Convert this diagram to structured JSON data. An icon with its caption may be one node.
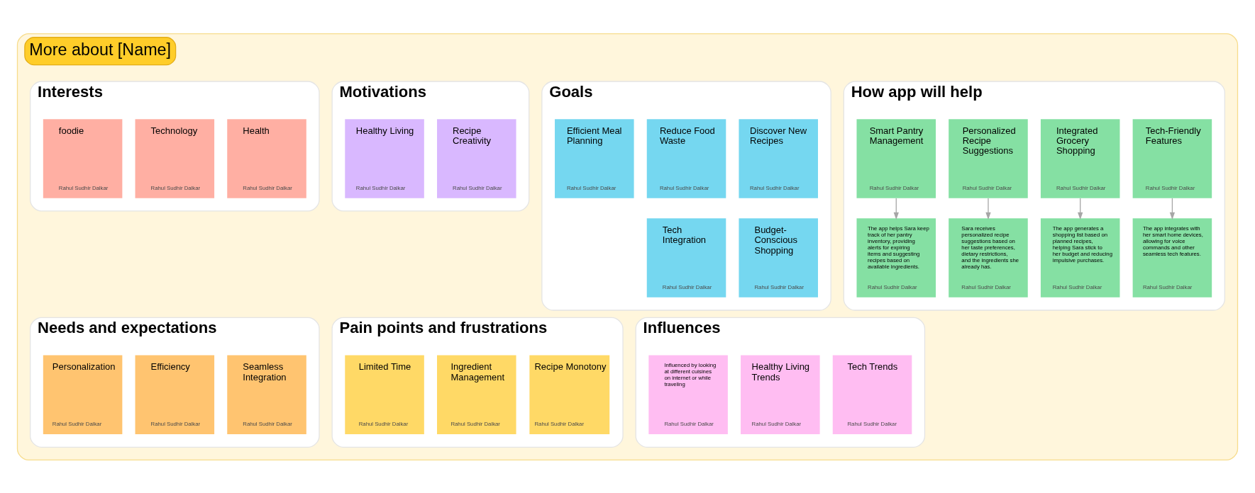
{
  "diagram": {
    "nodes": [
      {
        "text": [
          "More about [Name]"
        ]
      },
      {
        "text": [
          "Interests"
        ],
        "in": 0
      },
      {
        "text": [
          "foodie",
          "Rahul Sudhir Dalkar"
        ],
        "in": 1
      },
      {
        "text": [
          "Technology",
          "Rahul Sudhir Dalkar"
        ],
        "in": 1
      },
      {
        "text": [
          "Health",
          "Rahul Sudhir Dalkar"
        ],
        "in": 1
      },
      {
        "text": [
          "Motivations"
        ],
        "in": 0
      },
      {
        "text": [
          "Healthy Living",
          "Rahul Sudhir Dalkar"
        ],
        "in": 5
      },
      {
        "text": [
          "Recipe Creativity",
          "Rahul Sudhir Dalkar"
        ],
        "in": 5
      },
      {
        "text": [
          "Goals"
        ],
        "in": 0
      },
      {
        "text": [
          "Efficient Meal Planning",
          "Rahul Sudhir Dalkar"
        ],
        "in": 8
      },
      {
        "text": [
          "Reduce Food Waste",
          "Rahul Sudhir Dalkar"
        ],
        "in": 8
      },
      {
        "text": [
          "Discover New Recipes",
          "Rahul Sudhir Dalkar"
        ],
        "in": 8
      },
      {
        "text": [
          "Tech Integration",
          "Rahul Sudhir Dalkar"
        ],
        "in": 8
      },
      {
        "text": [
          "Budget-Conscious Shopping",
          "Rahul Sudhir Dalkar"
        ],
        "in": 8
      },
      {
        "text": [
          "How app will help"
        ],
        "in": 0
      },
      {
        "text": [
          "Smart Pantry Management",
          "Rahul Sudhir Dalkar"
        ],
        "in": 14
      },
      {
        "text": [
          "Personalized Recipe Suggestions",
          "Rahul Sudhir Dalkar"
        ],
        "in": 14
      },
      {
        "text": [
          "Integrated Grocery Shopping",
          "Rahul Sudhir Dalkar"
        ],
        "in": 14
      },
      {
        "text": [
          "Tech-Friendly Features",
          "Rahul Sudhir Dalkar"
        ],
        "in": 14
      },
      {
        "text": [
          "The app helps Sara keep track of her pantry inventory, providing alerts for expiring items and suggesting recipes based on available ingredients.",
          "Rahul Sudhir Dalkar"
        ],
        "in": 14
      },
      {
        "text": [
          "Sara receives personalized recipe suggestions based on her taste preferences, dietary restrictions, and the ingredients she already has.",
          "Rahul Sudhir Dalkar"
        ],
        "in": 14
      },
      {
        "text": [
          "The app generates a shopping list based on planned recipes, helping Sara stick to her budget and reducing impulsive purchases.",
          "Rahul Sudhir Dalkar"
        ],
        "in": 14
      },
      {
        "text": [
          "The app integrates with her smart home devices, allowing for voice commands and other seamless tech features.",
          "Rahul Sudhir Dalkar"
        ],
        "in": 14
      },
      {
        "text": [
          "Needs and expectations"
        ],
        "in": 0
      },
      {
        "text": [
          "Personalization",
          "Rahul Sudhir Dalkar"
        ],
        "in": 23
      },
      {
        "text": [
          "Efficiency",
          "Rahul Sudhir Dalkar"
        ],
        "in": 23
      },
      {
        "text": [
          "Seamless Integration",
          "Rahul Sudhir Dalkar"
        ],
        "in": 23
      },
      {
        "text": [
          "Pain points and frustrations"
        ],
        "in": 0
      },
      {
        "text": [
          "Limited Time",
          "Rahul Sudhir Dalkar"
        ],
        "in": 27
      },
      {
        "text": [
          "Ingredient Management",
          "Rahul Sudhir Dalkar"
        ],
        "in": 27
      },
      {
        "text": [
          "Recipe Monotony",
          "Rahul Sudhir Dalkar"
        ],
        "in": 27
      },
      {
        "text": [
          "Influences"
        ],
        "in": 0
      },
      {
        "text": [
          "Influenced by looking at different cuisines on internet or while traveling",
          "Rahul Sudhir Dalkar"
        ],
        "in": 31
      },
      {
        "text": [
          "Healthy Living Trends",
          "Rahul Sudhir Dalkar"
        ],
        "in": 31
      },
      {
        "text": [
          "Tech Trends",
          "Rahul Sudhir Dalkar"
        ],
        "in": 31
      }
    ],
    "edges": [
      {
        "from": 15,
        "to": 19,
        "arrow": "to"
      },
      {
        "from": 16,
        "to": 20,
        "arrow": "to"
      },
      {
        "from": 17,
        "to": 21,
        "arrow": "to"
      },
      {
        "from": 18,
        "to": 22,
        "arrow": "to"
      }
    ]
  }
}
